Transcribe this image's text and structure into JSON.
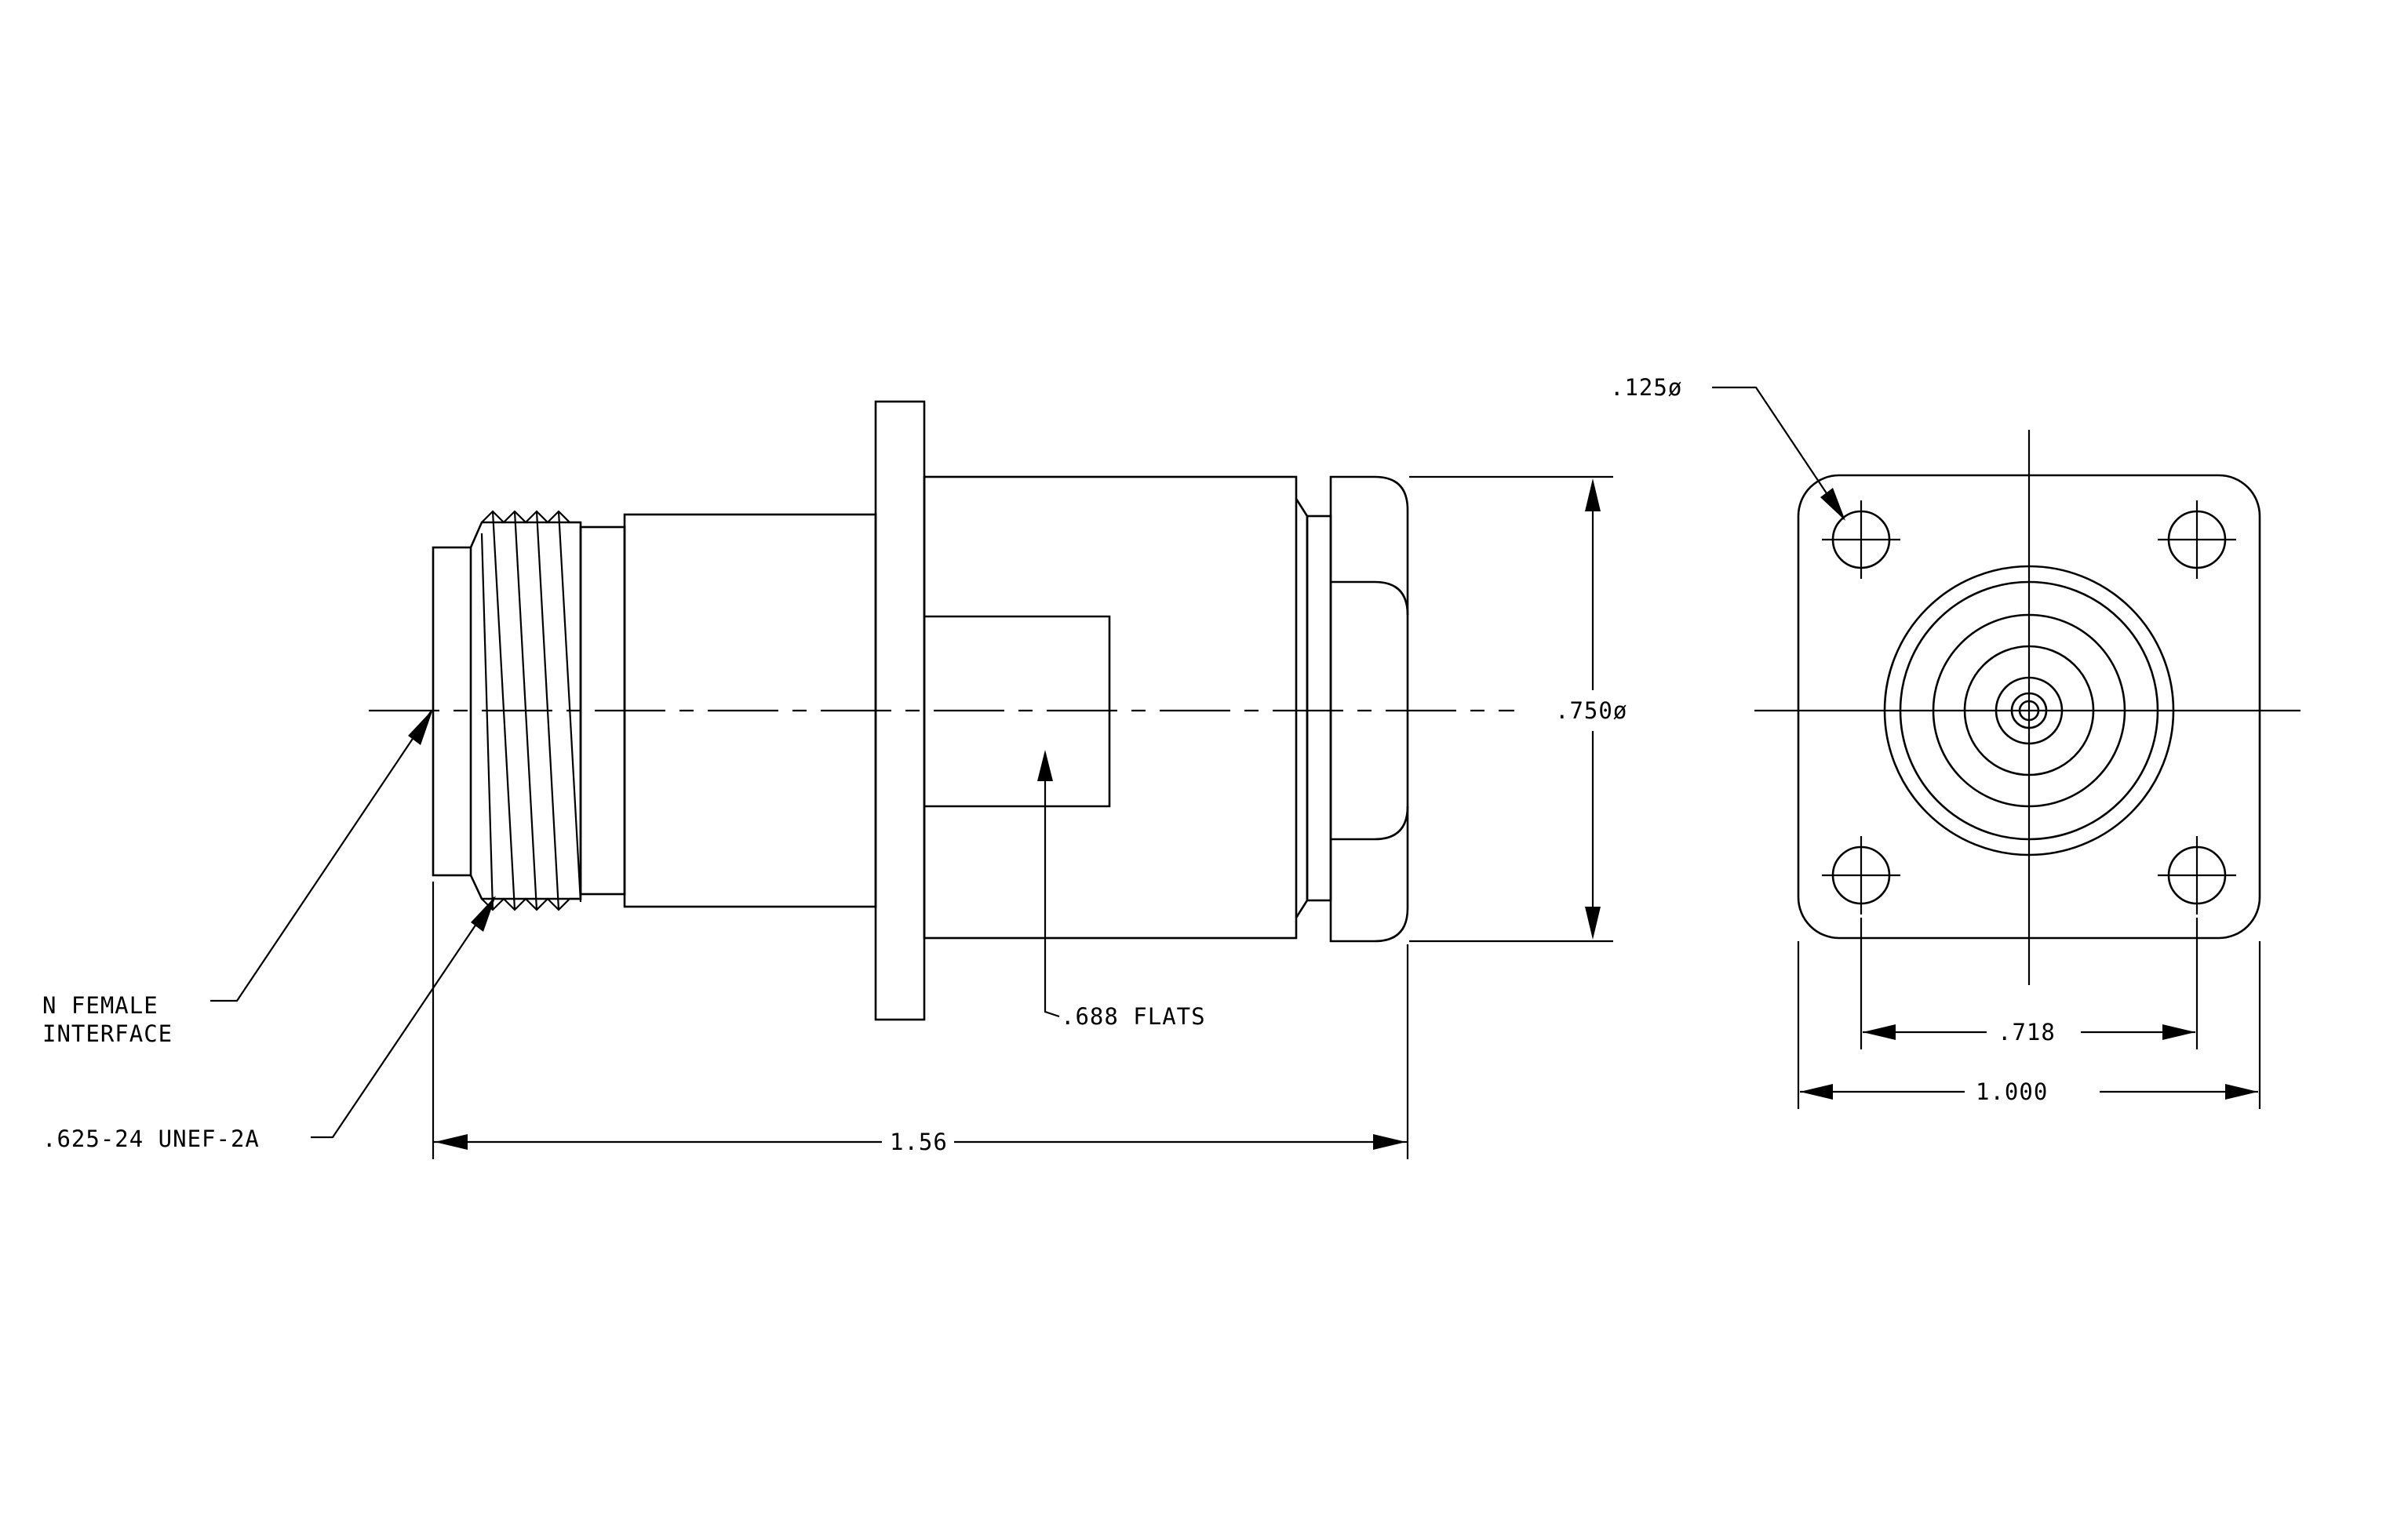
{
  "labels": {
    "interface_line1": "N FEMALE",
    "interface_line2": "INTERFACE",
    "thread": ".625-24 UNEF-2A",
    "flats": ".688 FLATS",
    "length": "1.56",
    "body_dia": ".750ø",
    "hole_dia": ".125ø",
    "hole_spacing": ".718",
    "flange_width": "1.000"
  }
}
